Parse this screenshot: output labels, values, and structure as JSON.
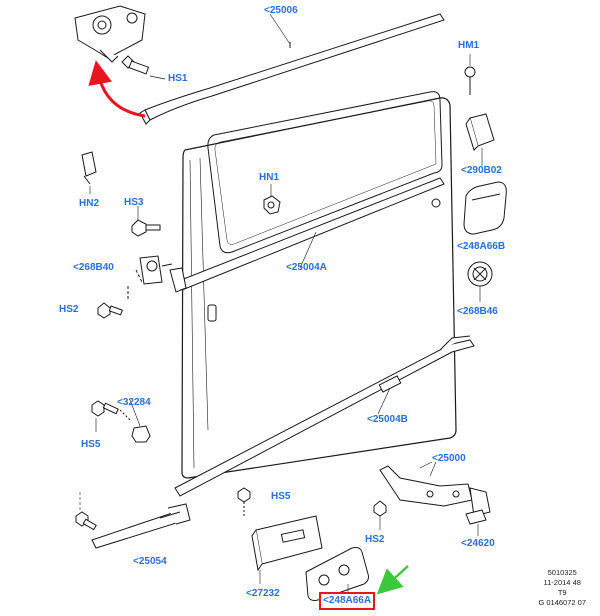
{
  "labels": {
    "p25006": "<25006",
    "hm1": "HM1",
    "hs1": "HS1",
    "p290b02": "<290B02",
    "hn1": "HN1",
    "hn2": "HN2",
    "hs3": "HS3",
    "p248a66b": "<248A66B",
    "p268b40": "<268B40",
    "p25004a": "<25004A",
    "hs2_left": "HS2",
    "p268b46": "<268B46",
    "p32284": "<32284",
    "p25004b": "<25004B",
    "hs5_left": "HS5",
    "p25000": "<25000",
    "hs5_mid": "HS5",
    "hs2_right": "HS2",
    "p25054": "<25054",
    "p24620": "<24620",
    "p27232": "<27232",
    "p248a66a": "<248A66A"
  },
  "meta": {
    "line1": "5010325",
    "line2": "11-2014 48",
    "line3": "T9",
    "line4": "G 0146072 07"
  },
  "colors": {
    "label": "#2a6fd6",
    "highlight_box": "#e8141e",
    "indicator_arrow": "#e8141e",
    "pointer_arrow": "#3cc83c",
    "line": "#1a1a1a"
  }
}
